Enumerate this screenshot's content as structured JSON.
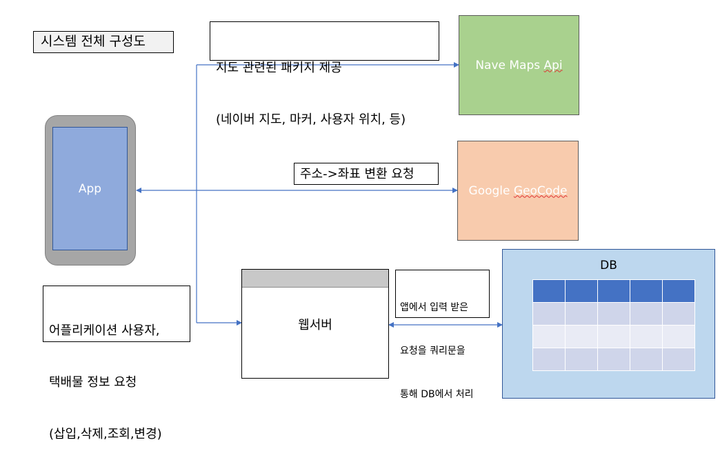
{
  "title": "시스템 전체 구성도",
  "app": {
    "label": "App"
  },
  "maps_api": {
    "label_main": "Nave Maps ",
    "label_squiggle": "Api",
    "color": "#a9d18e"
  },
  "geocode": {
    "label_main": "Google ",
    "label_squiggle": "GeoCode",
    "color": "#f8cbad"
  },
  "webserver": {
    "label": "웹서버"
  },
  "db": {
    "label": "DB",
    "color": "#bdd7ee",
    "table_header_color": "#4472c4",
    "table_rows": 4,
    "table_cols": 5
  },
  "notes": {
    "maps_note_line1": "지도 관련된 패키지 제공",
    "maps_note_line2": "(네이버 지도, 마커, 사용자 위치, 등)",
    "geocode_note": "주소->좌표 변환 요청",
    "app_request_line1": "어플리케이션 사용자,",
    "app_request_line2": "택배물 정보 요청",
    "app_request_line3": "(삽입,삭제,조회,변경)",
    "db_note_line1": "앱에서 입력 받은",
    "db_note_line2": "요청을 쿼리문을",
    "db_note_line3": "통해 DB에서 처리"
  },
  "colors": {
    "connector": "#4472c4",
    "app_frame": "#a6a6a6",
    "app_screen": "#8faadc"
  }
}
